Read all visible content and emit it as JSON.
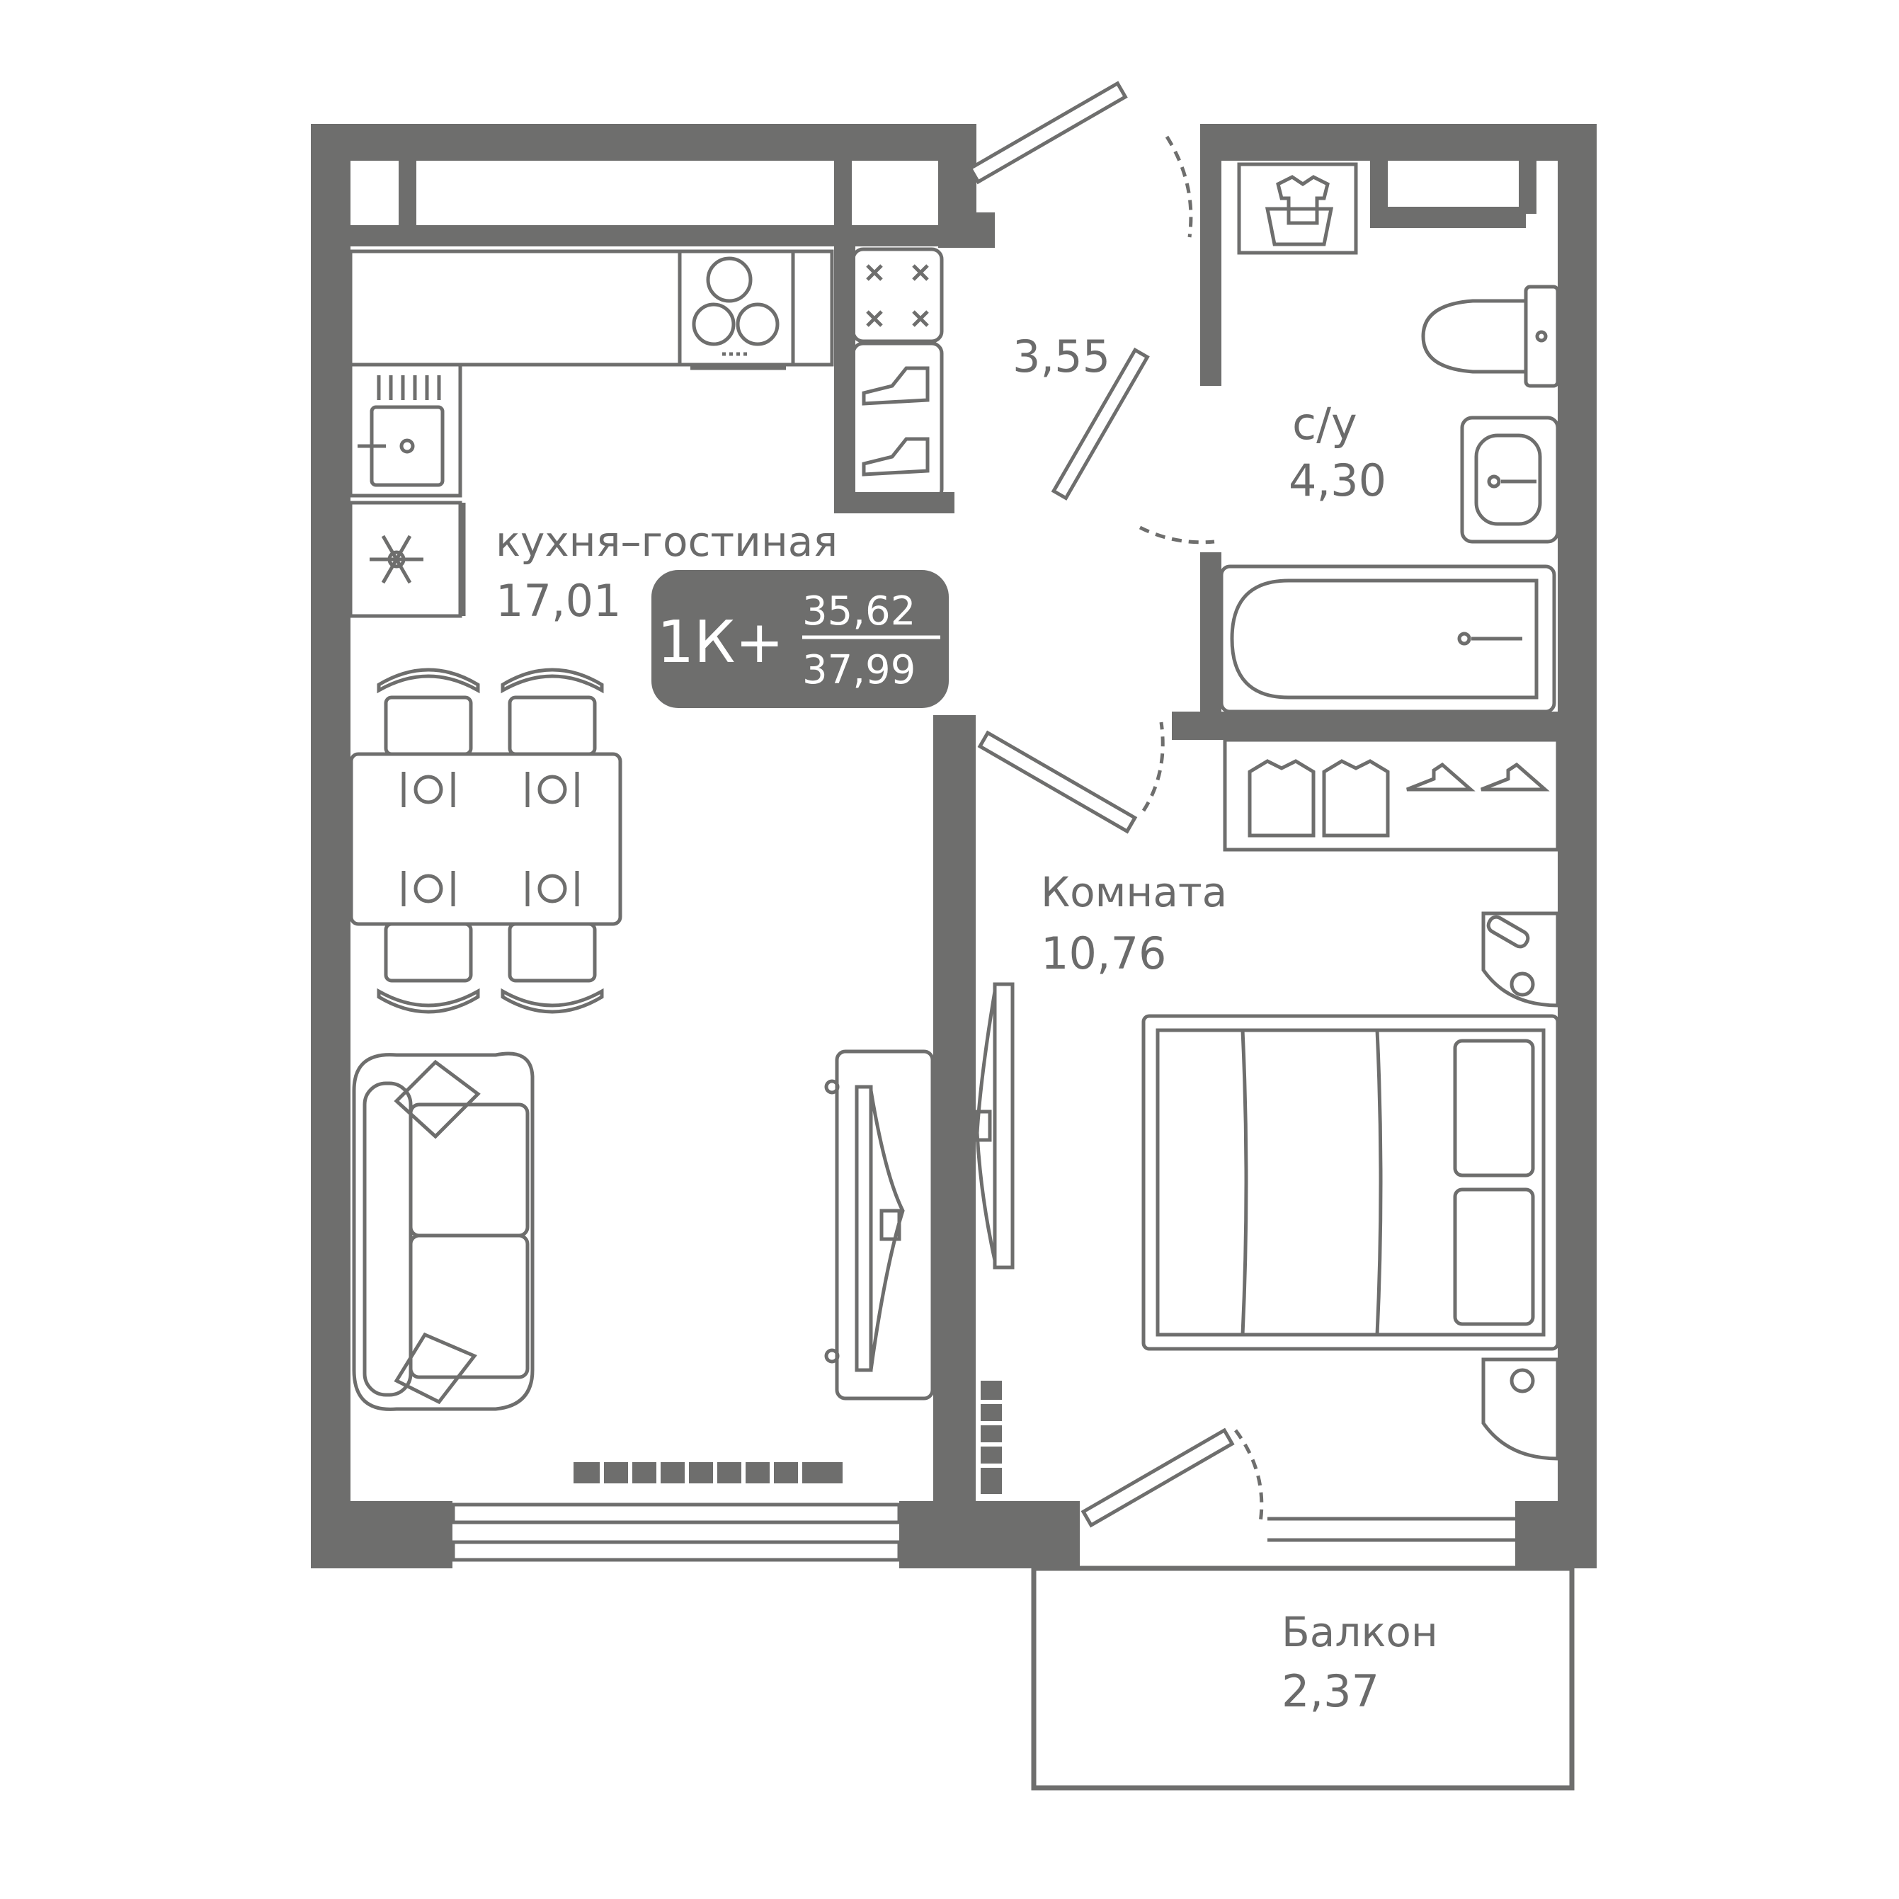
{
  "plan": {
    "type_label": "1К+",
    "area_living": "35,62",
    "area_total": "37,99",
    "rooms": {
      "kitchen": {
        "name": "кухня–гостиная",
        "area": "17,01"
      },
      "hall": {
        "area": "3,55"
      },
      "bathroom": {
        "name": "с/у",
        "area": "4,30"
      },
      "bedroom": {
        "name": "Комната",
        "area": "10,76"
      },
      "balcony": {
        "name": "Балкон",
        "area": "2,37"
      }
    },
    "colors": {
      "wall": "#6e6e6d",
      "text": "#6b6b6b",
      "badge_bg": "#6e6e6d",
      "badge_text": "#ffffff"
    }
  }
}
